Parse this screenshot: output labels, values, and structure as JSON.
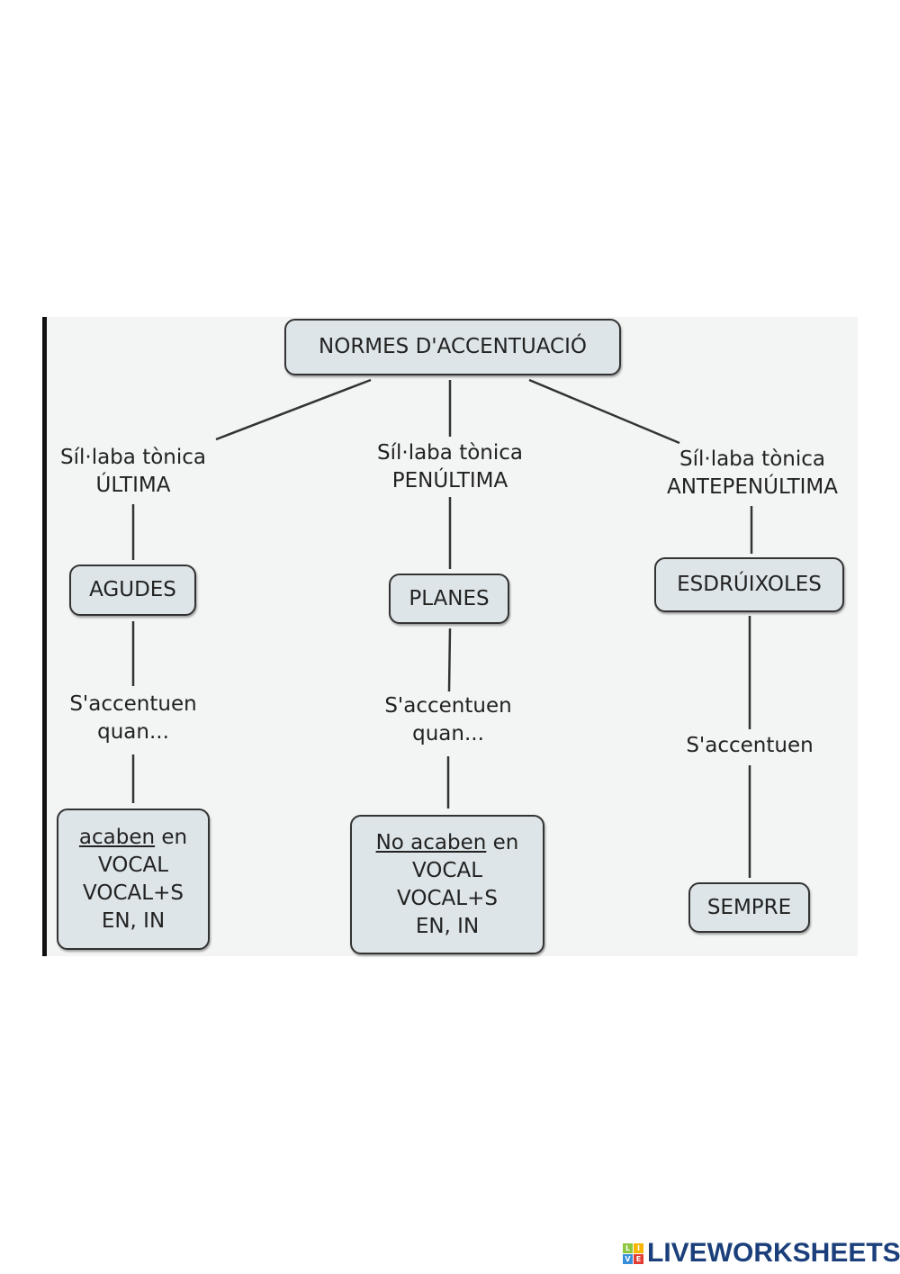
{
  "root": "NORMES D'ACCENTUACIÓ",
  "branches": [
    {
      "label_1": "Síl·laba tònica",
      "label_2": "ÚLTIMA",
      "type": "AGUDES",
      "connector_1": "S'accentuen",
      "connector_2": "quan...",
      "rule_u": "acaben",
      "rule_en": " en",
      "rule_lines": [
        "VOCAL",
        "VOCAL+S",
        "EN, IN"
      ]
    },
    {
      "label_1": "Síl·laba tònica",
      "label_2": "PENÚLTIMA",
      "type": "PLANES",
      "connector_1": "S'accentuen",
      "connector_2": "quan...",
      "rule_u": "No acaben",
      "rule_en": " en",
      "rule_lines": [
        "VOCAL",
        "VOCAL+S",
        "EN, IN"
      ]
    },
    {
      "label_1": "Síl·laba tònica",
      "label_2": "ANTEPENÚLTIMA",
      "type": "ESDRÚIXOLES",
      "connector_1": "S'accentuen",
      "rule": "SEMPRE"
    }
  ],
  "logo": {
    "text": "LIVEWORKSHEETS",
    "letters": [
      "L",
      "I",
      "V",
      "E"
    ],
    "colors": [
      "#8dc63f",
      "#f7b500",
      "#3a8fd9",
      "#e03c31"
    ]
  }
}
